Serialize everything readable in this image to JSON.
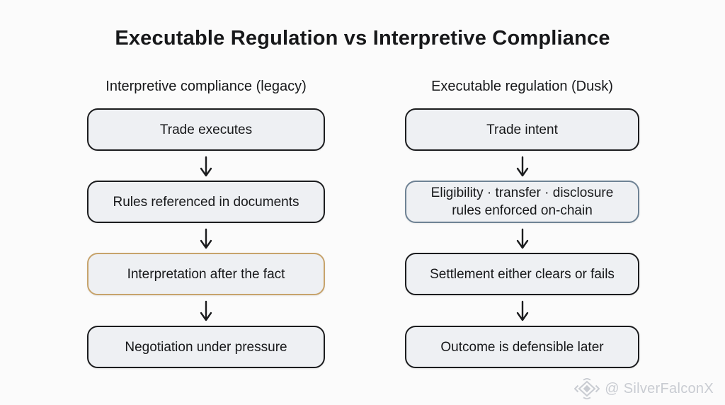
{
  "title": "Executable Regulation vs Interpretive Compliance",
  "columns": {
    "left": {
      "header": "Interpretive compliance (legacy)",
      "boxes": [
        {
          "label": "Trade executes",
          "accent": "none"
        },
        {
          "label": "Rules referenced in documents",
          "accent": "none"
        },
        {
          "label": "Interpretation after the fact",
          "accent": "tan"
        },
        {
          "label": "Negotiation under pressure",
          "accent": "none"
        }
      ]
    },
    "right": {
      "header": "Executable regulation (Dusk)",
      "boxes": [
        {
          "label": "Trade intent",
          "accent": "none"
        },
        {
          "label": "Eligibility · transfer · disclosure\nrules enforced on-chain",
          "accent": "slate"
        },
        {
          "label": "Settlement either clears or fails",
          "accent": "none"
        },
        {
          "label": "Outcome is defensible later",
          "accent": "none"
        }
      ]
    }
  },
  "watermark": {
    "icon": "gem-diamond-icon",
    "handle": "@ SilverFalconX"
  },
  "colors": {
    "background": "#fbfbfb",
    "text": "#17181a",
    "box-fill": "#eef0f3",
    "box-border": "#1b1c1e",
    "accent-tan": "#c7a36b",
    "accent-slate": "#6e8294",
    "watermark": "#c9ccd2"
  }
}
